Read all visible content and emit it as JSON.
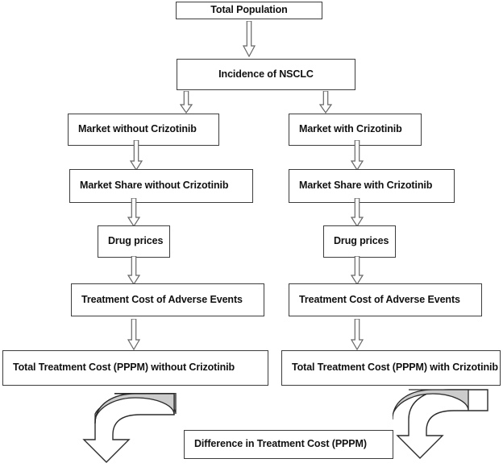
{
  "diagram": {
    "title_nodes": {
      "total_population": "Total Population",
      "incidence": "Incidence of NSCLC",
      "market_without": "Market without Crizotinib",
      "market_with": "Market with Crizotinib",
      "market_share_without": "Market Share without Crizotinib",
      "market_share_with": "Market Share with Crizotinib",
      "drug_prices_left": "Drug prices",
      "drug_prices_right": "Drug prices",
      "adverse_left": "Treatment Cost of Adverse Events",
      "adverse_right": "Treatment Cost of Adverse Events",
      "total_cost_without": "Total Treatment Cost (PPPM) without Crizotinib",
      "total_cost_with": "Total Treatment Cost (PPPM) with Crizotinib",
      "difference": "Difference in Treatment Cost (PPPM)"
    },
    "colors": {
      "box_border": "#3d3d3d",
      "box_fill": "#ffffff",
      "text": "#111111",
      "arrow_outline": "#555555",
      "uturn_outline": "#2b2b2b",
      "uturn_shade": "#cccccc"
    },
    "connectors": {
      "population_to_incidence": "down-arrow",
      "incidence_to_market_without": "down-arrow",
      "incidence_to_market_with": "down-arrow",
      "market_without_to_share": "down-arrow",
      "market_with_to_share": "down-arrow",
      "share_without_to_drug_prices": "down-arrow",
      "share_with_to_drug_prices": "down-arrow",
      "drug_prices_left_to_adverse": "down-arrow",
      "drug_prices_right_to_adverse": "down-arrow",
      "adverse_left_to_total": "down-arrow",
      "adverse_right_to_total": "down-arrow",
      "total_without_to_difference": "curved-uturn-arrow-right",
      "total_with_to_difference": "curved-uturn-arrow-left"
    }
  }
}
